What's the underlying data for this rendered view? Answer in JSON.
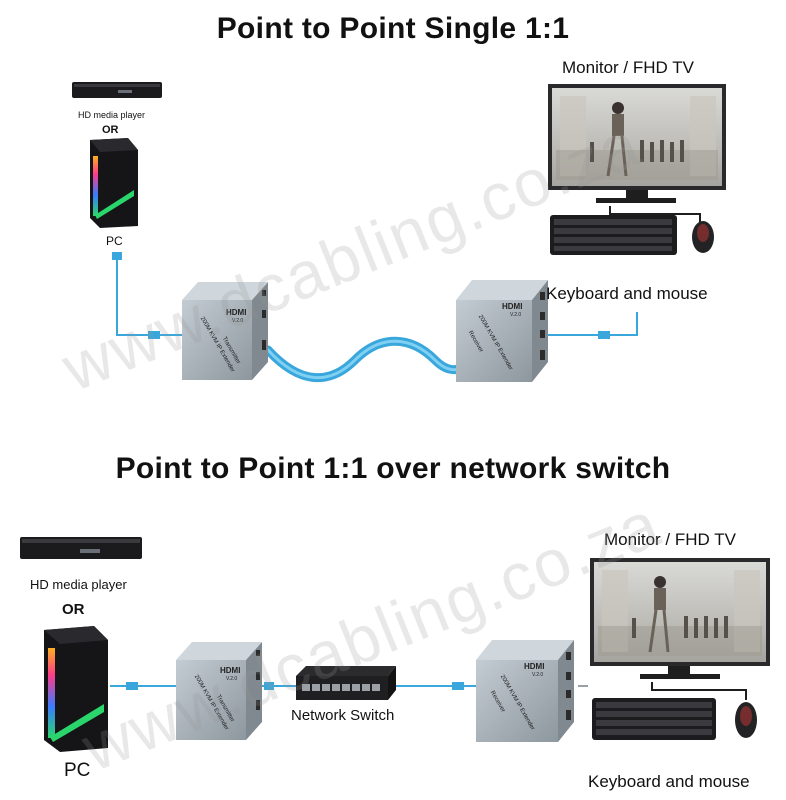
{
  "diagram1": {
    "title": "Point to Point Single 1:1",
    "media_player_label": "HD media player",
    "or_label": "OR",
    "pc_label": "PC",
    "monitor_label": "Monitor / FHD TV",
    "peripherals_label": "Keyboard and mouse",
    "transmitter": {
      "brand": "HDMI",
      "version": "V.2.0",
      "name": "200M KVM IP Extender",
      "role": "Transmitter"
    },
    "receiver": {
      "brand": "HDMI",
      "version": "V.2.0",
      "name": "200M KVM IP Extender",
      "role": "Receiver"
    }
  },
  "diagram2": {
    "title": "Point to Point 1:1 over network switch",
    "media_player_label": "HD media player",
    "or_label": "OR",
    "pc_label": "PC",
    "monitor_label": "Monitor / FHD TV",
    "peripherals_label": "Keyboard and mouse",
    "switch_label": "Network Switch",
    "transmitter": {
      "brand": "HDMI",
      "version": "V.2.0",
      "name": "200M KVM IP Extender",
      "role": "Transmitter"
    },
    "receiver": {
      "brand": "HDMI",
      "version": "V.2.0",
      "name": "200M KVM IP Extender",
      "role": "Receiver"
    }
  },
  "watermark": "www.dcabling.co.za",
  "colors": {
    "cable": "#3aa7dc",
    "device": "#a9b4bc",
    "text": "#111111"
  }
}
